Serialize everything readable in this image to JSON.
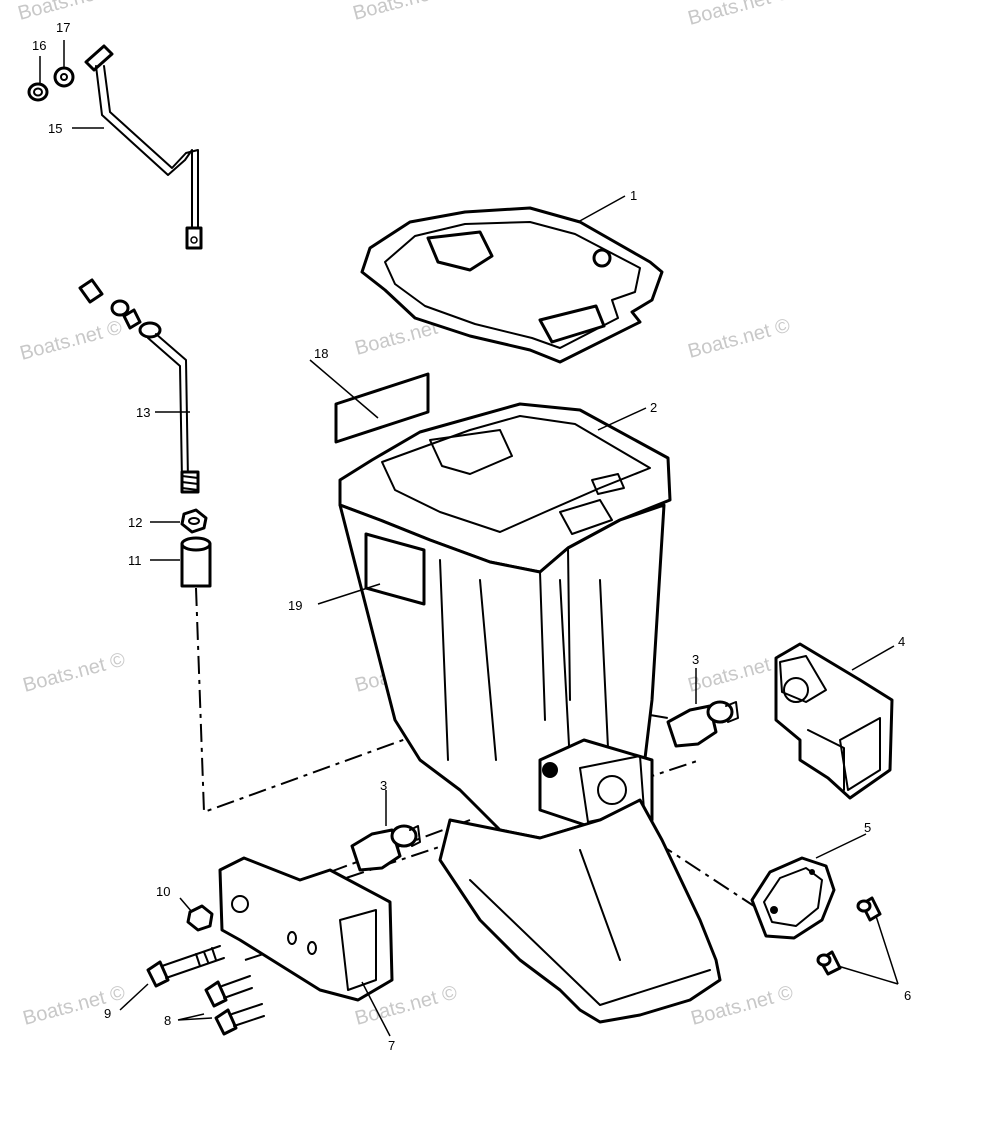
{
  "watermark": "Boats.net ©",
  "callouts": {
    "c1": "1",
    "c2": "2",
    "c3a": "3",
    "c3b": "3",
    "c4": "4",
    "c5": "5",
    "c6": "6",
    "c7": "7",
    "c8": "8",
    "c9": "9",
    "c10": "10",
    "c11": "11",
    "c12": "12",
    "c13": "13",
    "c15": "15",
    "c16": "16",
    "c17": "17",
    "c18": "18",
    "c19": "19"
  }
}
